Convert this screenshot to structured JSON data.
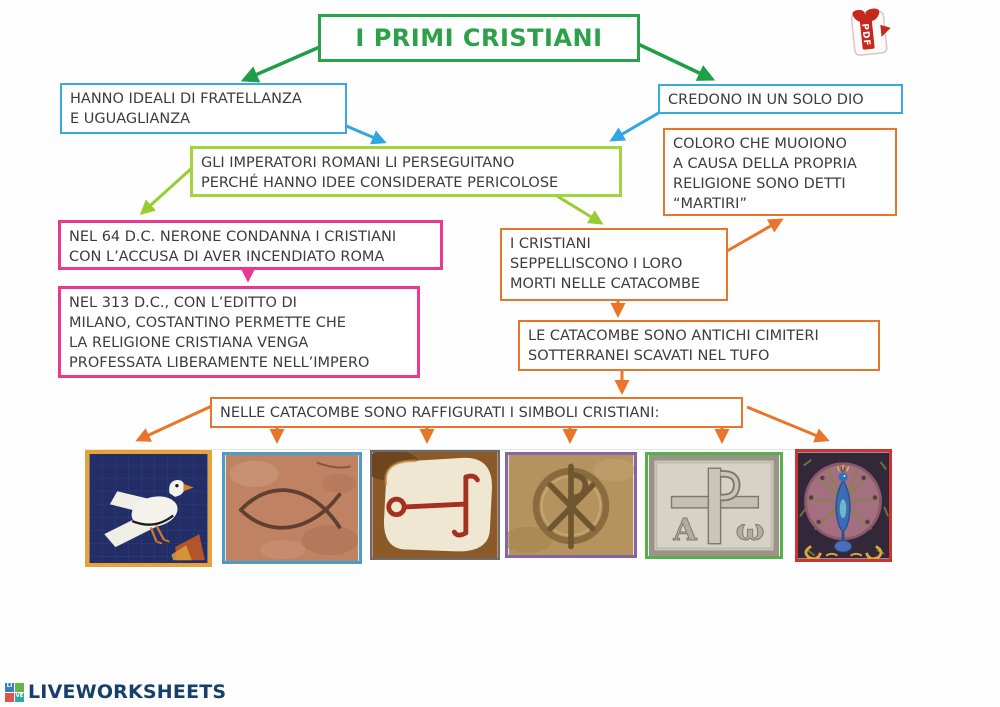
{
  "header": {
    "title": "I PRIMI CRISTIANI",
    "title_color": "#2da04a"
  },
  "pdf_badge": {
    "label": "PDF"
  },
  "nodes": {
    "ideali": {
      "text": "HANNO IDEALI DI FRATELLANZA\nE UGUAGLIANZA",
      "border_color": "#38aade"
    },
    "solo_dio": {
      "text": "CREDONO IN UN SOLO DIO",
      "border_color": "#38aade"
    },
    "imperatori": {
      "text": "GLI IMPERATORI ROMANI LI PERSEGUITANO\nPERCHÉ HANNO IDEE CONSIDERATE PERICOLOSE",
      "border_color": "#a0d53e"
    },
    "martiri": {
      "text": "COLORO CHE MUOIONO\nA CAUSA DELLA PROPRIA\nRELIGIONE SONO DETTI\n“MARTIRI”",
      "border_color": "#e8752a"
    },
    "nerone": {
      "text": "NEL 64 D.C. NERONE CONDANNA I CRISTIANI\nCON L’ACCUSA DI AVER INCENDIATO ROMA",
      "border_color": "#e83a90"
    },
    "editto": {
      "text": "NEL 313 D.C., CON L’EDITTO DI\nMILANO, COSTANTINO PERMETTE CHE\nLA RELIGIONE CRISTIANA VENGA\nPROFESSATA LIBERAMENTE NELL’IMPERO",
      "border_color": "#e83a90"
    },
    "seppelliscono": {
      "text": "I CRISTIANI\nSEPPELLISCONO I LORO\nMORTI NELLE CATACOMBE",
      "border_color": "#e8752a"
    },
    "catacombe_def": {
      "text": "LE CATACOMBE SONO ANTICHI CIMITERI\nSOTTERRANEI SCAVATI NEL TUFO",
      "border_color": "#e8752a"
    },
    "simboli": {
      "text": "NELLE CATACOMBE SONO RAFFIGURATI I SIMBOLI CRISTIANI:",
      "border_color": "#e8752a"
    }
  },
  "edges": [
    {
      "from": "title",
      "to": "ideali",
      "color": "#1f9e47"
    },
    {
      "from": "title",
      "to": "solo_dio",
      "color": "#1f9e47"
    },
    {
      "from": "ideali",
      "to": "imperatori",
      "color": "#30a7e0"
    },
    {
      "from": "solo_dio",
      "to": "imperatori",
      "color": "#30a7e0"
    },
    {
      "from": "imperatori",
      "to": "nerone",
      "color": "#99cc33"
    },
    {
      "from": "imperatori",
      "to": "seppelliscono",
      "color": "#99cc33"
    },
    {
      "from": "seppelliscono",
      "to": "martiri",
      "color": "#e8752a"
    },
    {
      "from": "nerone",
      "to": "editto",
      "color": "#e83a90"
    },
    {
      "from": "seppelliscono",
      "to": "catacombe_def",
      "color": "#e8752a"
    },
    {
      "from": "catacombe_def",
      "to": "simboli",
      "color": "#e8752a"
    },
    {
      "from": "simboli",
      "to": "symbol-dove",
      "color": "#e8752a"
    },
    {
      "from": "simboli",
      "to": "symbol-fish",
      "color": "#e8752a"
    },
    {
      "from": "simboli",
      "to": "symbol-anchor",
      "color": "#e8752a"
    },
    {
      "from": "simboli",
      "to": "symbol-chi-rho",
      "color": "#e8752a"
    },
    {
      "from": "simboli",
      "to": "symbol-alpha-omega",
      "color": "#e8752a"
    },
    {
      "from": "simboli",
      "to": "symbol-peacock",
      "color": "#e8752a"
    }
  ],
  "symbols": [
    {
      "name": "dove-mosaic",
      "border_color": "#e8a23c"
    },
    {
      "name": "ichthys-fish-carving",
      "border_color": "#4a9cc9"
    },
    {
      "name": "anchor-fresco",
      "border_color": "#6b6b6b"
    },
    {
      "name": "chi-rho-carving",
      "border_color": "#8465a8"
    },
    {
      "name": "alpha-omega-cross-relief",
      "border_color": "#56b04c"
    },
    {
      "name": "peacock-fresco",
      "border_color": "#cc3333"
    }
  ],
  "footer": {
    "brand": "LIVEWORKSHEETS",
    "logo_letters": [
      "LI",
      "VE"
    ]
  }
}
